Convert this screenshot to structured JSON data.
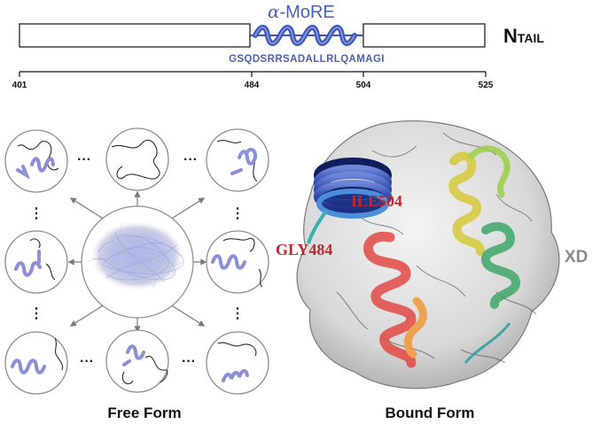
{
  "top_scheme": {
    "more_label_prefix": "α",
    "more_label_rest": "-MoRE",
    "ntail_label_N": "N",
    "ntail_label_tail": "TAIL",
    "sequence": "GSQDSRRSADALLRLQAMAGI",
    "ticks": [
      "401",
      "484",
      "504",
      "525"
    ]
  },
  "free_form": {
    "label": "Free Form",
    "ellipsis_horizontal": "···",
    "ellipsis_vertical": "⋮"
  },
  "bound_form": {
    "label": "Bound Form",
    "residue_1": "ILE504",
    "residue_2": "GLY484",
    "domain_label": "XD"
  },
  "colors": {
    "helix_blue": "#3d56b5",
    "sequence_text": "#4a63b2",
    "residue_text": "#c0272d",
    "domain_text": "#8a8a8a"
  }
}
